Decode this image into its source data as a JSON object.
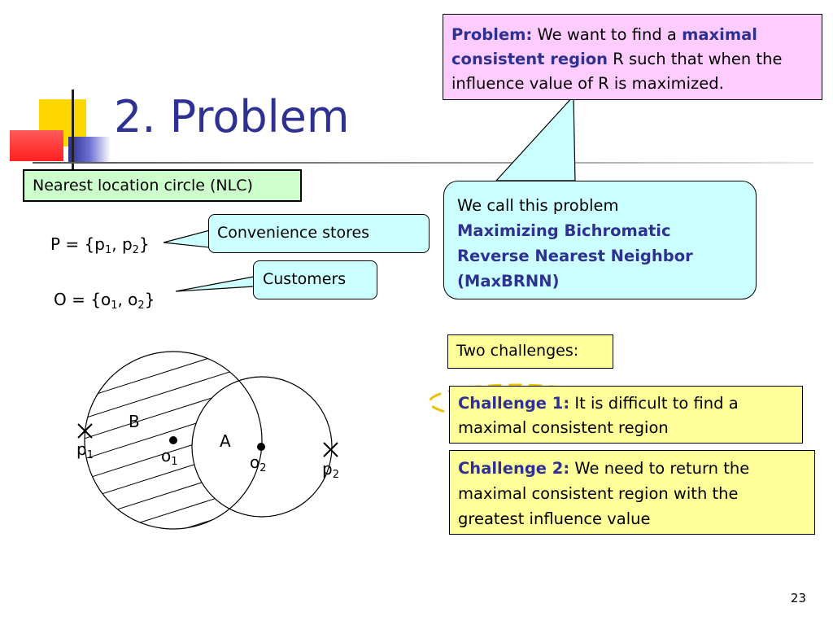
{
  "slide": {
    "title": "2. Problem",
    "page_number": "23"
  },
  "nlc_label": "Nearest location circle (NLC)",
  "sets": {
    "P": {
      "prefix": "P = {p",
      "s1": "1",
      "mid": ", p",
      "s2": "2",
      "suffix": "}"
    },
    "O": {
      "prefix": "O = {o",
      "s1": "1",
      "mid": ", o",
      "s2": "2",
      "suffix": "}"
    }
  },
  "callouts": {
    "convenience": "Convenience stores",
    "customers": "Customers"
  },
  "problem_box": {
    "label": "Problem:",
    "text1": " We want to find a ",
    "term": "maximal consistent region",
    "text2": " R such that when the influence value of R is maximized."
  },
  "maxbrnn_box": {
    "intro": "We call this problem",
    "name": "Maximizing Bichromatic Reverse Nearest Neighbor (MaxBRNN)"
  },
  "challenges": {
    "heading": "Two challenges:",
    "c1_label": "Challenge 1:",
    "c1_text": " It is difficult to find a maximal consistent region",
    "c2_label": "Challenge 2:",
    "c2_text": " We need to return the maximal consistent region with the greatest influence value"
  },
  "diagram": {
    "region_B": "B",
    "region_A": "A",
    "p": "p",
    "o": "o",
    "s1": "1",
    "s2": "2"
  },
  "colors": {
    "title": "#2e3192",
    "accent_text": "#2e3192",
    "green_box": "#ccffcc",
    "pink_box": "#ffccff",
    "cyan_box": "#ccffff",
    "yellow_box": "#ffff99",
    "dashed_ellipse": "#f0c000"
  }
}
